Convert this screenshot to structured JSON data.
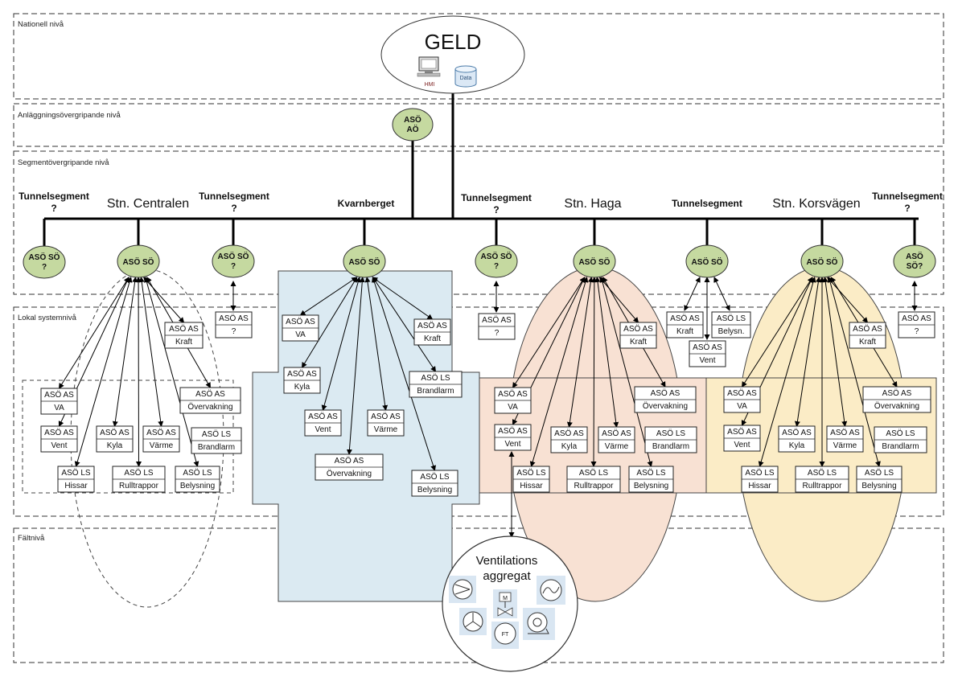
{
  "levels": {
    "national": "Nationell nivå",
    "facility": "Anläggningsövergripande nivå",
    "segment": "Segmentövergripande nivå",
    "local": "Lokal systemnivå",
    "field": "Fältnivå"
  },
  "geld": {
    "title": "GELD",
    "hmi": "HMI",
    "data": "Data"
  },
  "ao_node": {
    "line1": "ASÖ",
    "line2": "AÖ"
  },
  "segment_labels": {
    "tunnel": "Tunnelsegment",
    "q": "?",
    "centralen": "Stn. Centralen",
    "kvarnberget": "Kvarnberget",
    "haga": "Stn. Haga",
    "korsvagen": "Stn. Korsvägen"
  },
  "so_nodes": {
    "n1": {
      "line1": "ASÖ SÖ",
      "line2": "?"
    },
    "n2": {
      "line1": "ASÖ SÖ",
      "line2": ""
    },
    "n3": {
      "line1": "ASÖ SÖ",
      "line2": "?"
    },
    "n4": {
      "line1": "ASÖ SÖ",
      "line2": ""
    },
    "n5": {
      "line1": "ASÖ SÖ",
      "line2": "?"
    },
    "n6": {
      "line1": "ASÖ SÖ",
      "line2": ""
    },
    "n7": {
      "line1": "ASÖ SÖ",
      "line2": ""
    },
    "n8": {
      "line1": "ASÖ SÖ",
      "line2": ""
    },
    "n9": {
      "line1": "ASÖ",
      "line2": "SÖ?"
    }
  },
  "boxes": {
    "as": "ASÖ AS",
    "ls": "ASÖ LS",
    "va": "VA",
    "vent": "Vent",
    "kyla": "Kyla",
    "varme": "Värme",
    "kraft": "Kraft",
    "overvakning": "Övervakning",
    "brandlarm": "Brandlarm",
    "hissar": "Hissar",
    "rulltrappor": "Rulltrappor",
    "belysning": "Belysning",
    "belysn": "Belysn.",
    "q": "?"
  },
  "ventilation": {
    "line1": "Ventilations",
    "line2": "aggregat",
    "m": "M",
    "ft": "FT"
  },
  "colors": {
    "node_fill": "#c5d9a0",
    "kvarnberget_fill": "#dbeaf2",
    "haga_fill": "#f8e1d3",
    "korsvagen_fill": "#fbecc6"
  }
}
